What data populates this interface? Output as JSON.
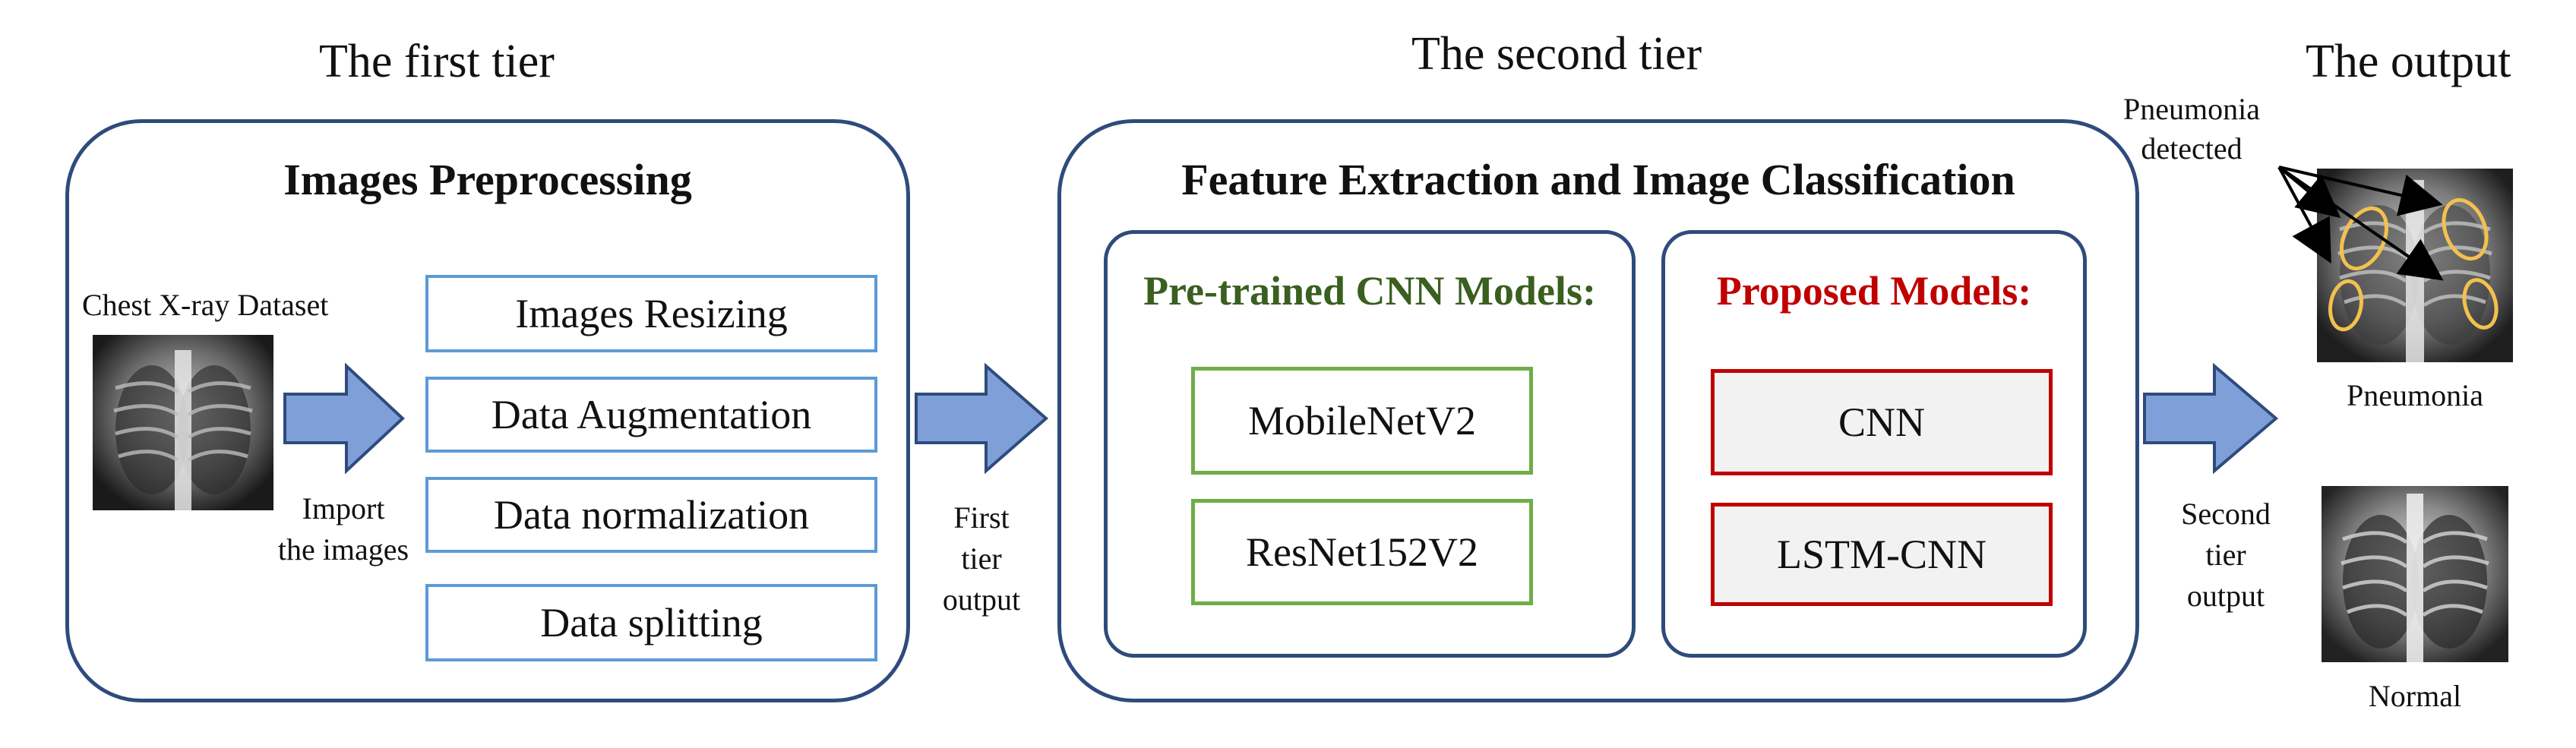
{
  "tiers": {
    "first": "The first tier",
    "second": "The second tier",
    "output": "The output"
  },
  "first_panel": {
    "title": "Images Preprocessing",
    "dataset_label": "Chest X-ray Dataset",
    "import_label": [
      "Import",
      "the images"
    ],
    "steps": [
      "Images Resizing",
      "Data Augmentation",
      "Data normalization",
      "Data splitting"
    ]
  },
  "first_output": [
    "First",
    "tier",
    "output"
  ],
  "second_panel": {
    "title": "Feature Extraction and Image Classification",
    "pretrained": {
      "heading": "Pre-trained CNN Models:",
      "models": [
        "MobileNetV2",
        "ResNet152V2"
      ]
    },
    "proposed": {
      "heading": "Proposed Models:",
      "models": [
        "CNN",
        "LSTM-CNN"
      ]
    }
  },
  "second_output": [
    "Second",
    "tier",
    "output"
  ],
  "output": {
    "annotation": [
      "Pneumonia",
      "detected"
    ],
    "pneumonia_label": "Pneumonia",
    "normal_label": "Normal"
  },
  "colors": {
    "panel_border": "#2f4b7c",
    "step_border": "#5b9bd5",
    "arrow_fill": "#7f9fd8",
    "pretrained_border": "#70ad47",
    "pretrained_heading": "#3a5f1e",
    "proposed_border": "#c00000",
    "highlight_ellipse": "#f2c14e"
  }
}
